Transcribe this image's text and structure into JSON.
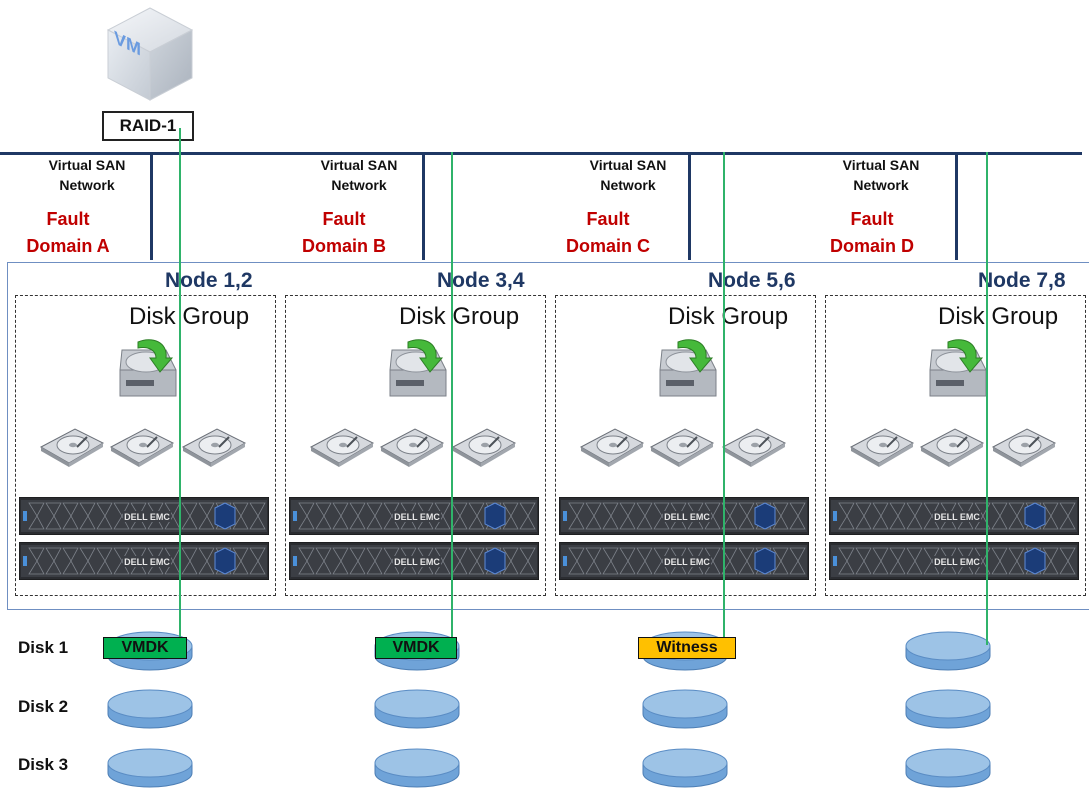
{
  "vm": {
    "label": "VM"
  },
  "raid_label": "RAID-1",
  "domains": [
    {
      "network_label": "Virtual SAN\nNetwork",
      "network_line1": "Virtual SAN",
      "network_line2": "Network",
      "fault_line1": "Fault",
      "fault_line2": "Domain A",
      "node_label": "Node 1,2",
      "disk_group_label": "Disk Group",
      "disk1_tag": "VMDK",
      "disk1_tag_color": "#00b050"
    },
    {
      "network_line1": "Virtual SAN",
      "network_line2": "Network",
      "fault_line1": "Fault",
      "fault_line2": "Domain B",
      "node_label": "Node 3,4",
      "disk_group_label": "Disk Group",
      "disk1_tag": "VMDK",
      "disk1_tag_color": "#00b050"
    },
    {
      "network_line1": "Virtual SAN",
      "network_line2": "Network",
      "fault_line1": "Fault",
      "fault_line2": "Domain C",
      "node_label": "Node 5,6",
      "disk_group_label": "Disk Group",
      "disk1_tag": "Witness",
      "disk1_tag_color": "#ffc000"
    },
    {
      "network_line1": "Virtual SAN",
      "network_line2": "Network",
      "fault_line1": "Fault",
      "fault_line2": "Domain D",
      "node_label": "Node 7,8",
      "disk_group_label": "Disk Group",
      "disk1_tag": "",
      "disk1_tag_color": ""
    }
  ],
  "disk_rows": [
    "Disk 1",
    "Disk 2",
    "Disk 3"
  ],
  "server_brand": "DELL EMC",
  "colors": {
    "network": "#1f3864",
    "fault_domain": "#c00000",
    "node_label": "#1f3864",
    "link_line": "#2fb36a",
    "disk": "#9dc3e6"
  }
}
